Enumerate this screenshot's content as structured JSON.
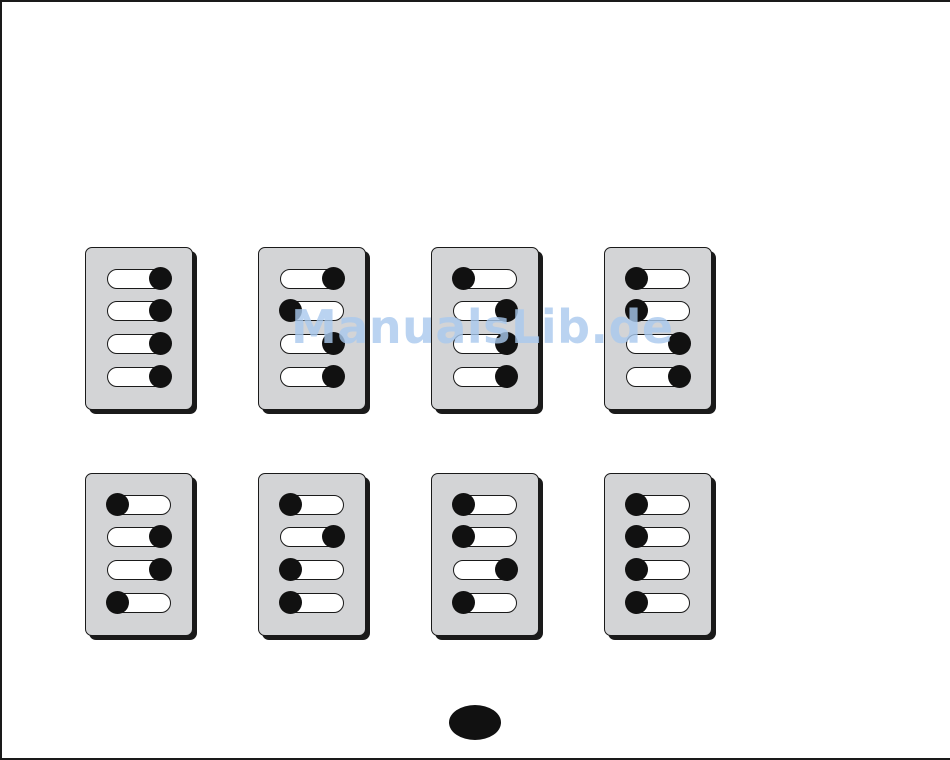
{
  "watermark": {
    "text": "ManualsLib.de"
  },
  "switch_blocks": [
    {
      "states": [
        "on",
        "on",
        "on",
        "on"
      ]
    },
    {
      "states": [
        "on",
        "off",
        "on",
        "on"
      ]
    },
    {
      "states": [
        "off",
        "on",
        "on",
        "on"
      ]
    },
    {
      "states": [
        "off",
        "off",
        "on",
        "on"
      ]
    },
    {
      "states": [
        "off",
        "on",
        "on",
        "off"
      ]
    },
    {
      "states": [
        "off",
        "on",
        "off",
        "off"
      ]
    },
    {
      "states": [
        "off",
        "off",
        "on",
        "off"
      ]
    },
    {
      "states": [
        "off",
        "off",
        "off",
        "off"
      ]
    }
  ],
  "colors": {
    "block_fill": "#d3d4d6",
    "outline": "#1a1a1a",
    "knob": "#111111",
    "switch_track": "#ffffff",
    "watermark": "#a9c9ee"
  }
}
